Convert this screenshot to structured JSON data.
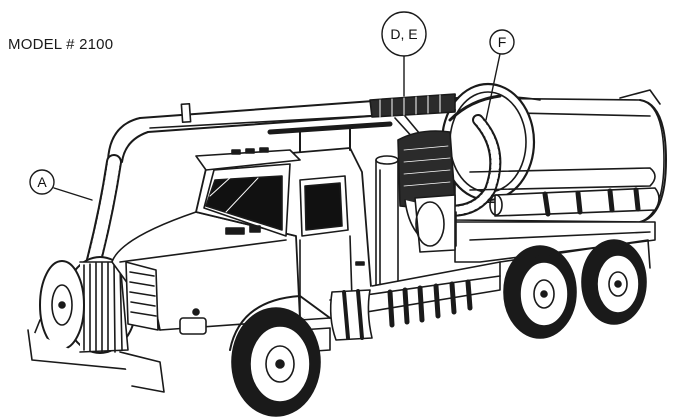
{
  "title": "MODEL # 2100",
  "callouts": [
    {
      "id": "A",
      "label": "A"
    },
    {
      "id": "DE",
      "label": "D, E"
    },
    {
      "id": "F",
      "label": "F"
    }
  ],
  "colors": {
    "ink": "#1a1a1a",
    "paper": "#ffffff",
    "shade": "#2b2b2b"
  }
}
